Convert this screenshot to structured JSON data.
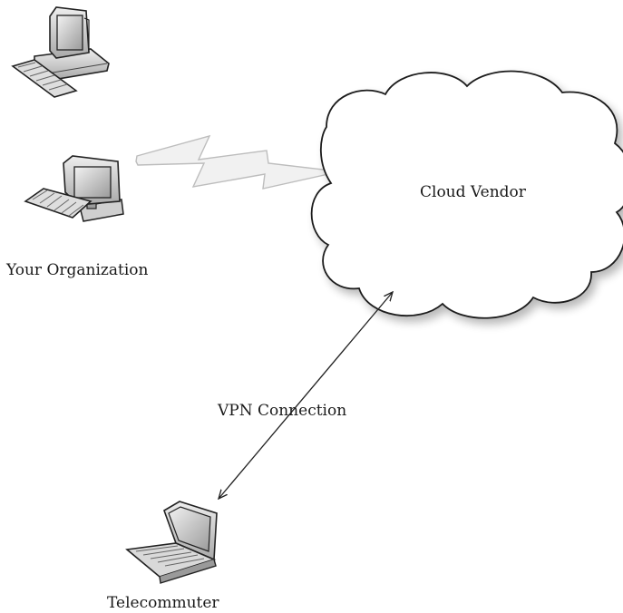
{
  "nodes": {
    "organization": {
      "label": "Your Organization",
      "icons": [
        "desktop-computer-icon",
        "desktop-computer-icon"
      ]
    },
    "cloud": {
      "label": "Cloud Vendor",
      "icon": "cloud-icon"
    },
    "telecommuter": {
      "label": "Telecommuter",
      "icon": "laptop-icon"
    }
  },
  "edges": [
    {
      "from": "organization",
      "to": "cloud",
      "style": "lightning-bolt",
      "label": ""
    },
    {
      "from": "telecommuter",
      "to": "cloud",
      "style": "double-arrow",
      "label": "VPN Connection"
    }
  ]
}
